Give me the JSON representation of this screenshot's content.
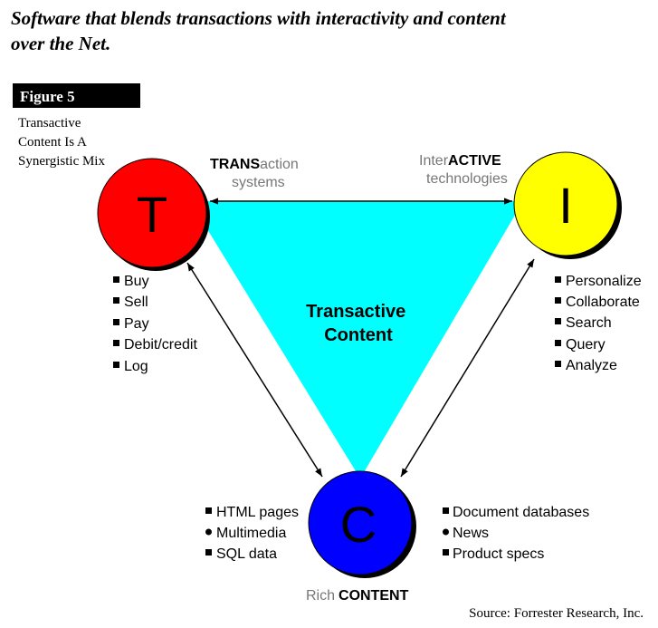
{
  "title_line1": "Software that blends transactions with interactivity and content",
  "title_line2": "over the Net.",
  "figure_label": "Figure 5",
  "subtitle": [
    "Transactive",
    "Content Is A",
    "Synergistic Mix"
  ],
  "center_label": [
    "Transactive",
    "Content"
  ],
  "nodes": {
    "t": {
      "letter": "T",
      "color": "#ff0000",
      "label_bold": "TRANS",
      "label_light": "action",
      "label_line2": "systems",
      "items": [
        "Buy",
        "Sell",
        "Pay",
        "Debit/credit",
        "Log"
      ]
    },
    "i": {
      "letter": "I",
      "color": "#ffff00",
      "label_light": "Inter",
      "label_bold": "ACTIVE",
      "label_line2": "technologies",
      "items": [
        "Personalize",
        "Collaborate",
        "Search",
        "Query",
        "Analyze"
      ]
    },
    "c": {
      "letter": "C",
      "color": "#0000ff",
      "label_light": "Rich",
      "label_bold": "CONTENT",
      "items_left": [
        "HTML pages",
        "Multimedia",
        "SQL data"
      ],
      "items_right": [
        "Document databases",
        "News",
        "Product specs"
      ]
    }
  },
  "triangle_color": "#00ffff",
  "source": "Source:  Forrester Research, Inc."
}
